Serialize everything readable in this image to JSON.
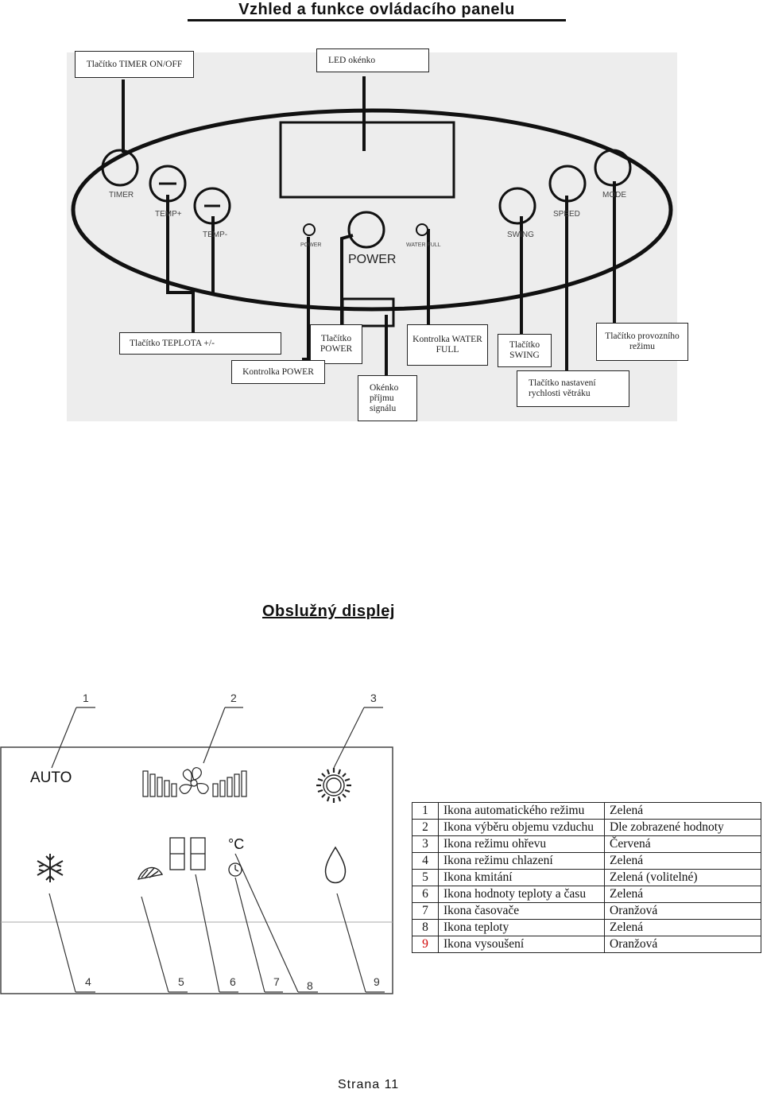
{
  "page_title": "Vzhled a funkce ovládacího panelu",
  "panel": {
    "callouts": {
      "timer_button": "Tlačítko TIMER ON/OFF",
      "led_window": "LED okénko",
      "temp_buttons": "Tlačítko TEPLOTA +/-",
      "power_button": "Tlačítko POWER",
      "water_full_light": "Kontrolka WATER FULL",
      "swing_button": "Tlačítko SWING",
      "mode_button": "Tlačítko provozního režimu",
      "power_light": "Kontrolka POWER",
      "signal_window": "Okénko příjmu signálu",
      "fan_speed_button": "Tlačítko nastavení rychlosti větráku"
    },
    "button_labels": {
      "timer": "TIMER",
      "temp_plus": "TEMP+",
      "temp_minus": "TEMP-",
      "power_led": "POWER",
      "power_big": "POWER",
      "water_full": "WATER FULL",
      "swing": "SWING",
      "speed": "SPEED",
      "mode": "MODE"
    }
  },
  "display_section": {
    "title": "Obslužný displej",
    "auto_text": "AUTO",
    "celsius_text": "°C",
    "callout_numbers": [
      "1",
      "2",
      "3",
      "4",
      "5",
      "6",
      "7",
      "8",
      "9"
    ]
  },
  "legend": {
    "rows": [
      {
        "num": "1",
        "name": "Ikona automatického režimu",
        "color": "Zelená"
      },
      {
        "num": "2",
        "name": "Ikona výběru objemu vzduchu",
        "color": "Dle zobrazené hodnoty"
      },
      {
        "num": "3",
        "name": "Ikona režimu ohřevu",
        "color": "Červená"
      },
      {
        "num": "4",
        "name": "Ikona režimu chlazení",
        "color": "Zelená"
      },
      {
        "num": "5",
        "name": "Ikona kmitání",
        "color": "Zelená (volitelné)"
      },
      {
        "num": "6",
        "name": "Ikona hodnoty teploty a času",
        "color": "Zelená"
      },
      {
        "num": "7",
        "name": "Ikona časovače",
        "color": "Oranžová"
      },
      {
        "num": "8",
        "name": "Ikona teploty",
        "color": "Zelená"
      },
      {
        "num": "9",
        "name": "Ikona vysoušení",
        "color": "Oranžová",
        "num_color": "#d00000"
      }
    ]
  },
  "footer": "Strana 11"
}
